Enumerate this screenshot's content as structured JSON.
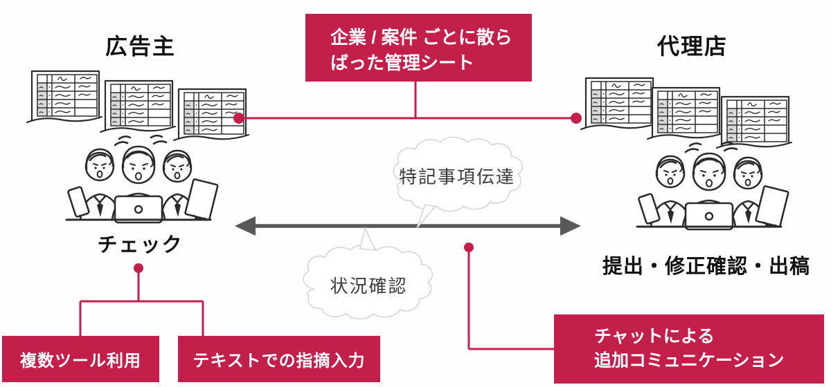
{
  "colors": {
    "accent_red": "#c2204b",
    "arrow_gray": "#58585a",
    "ink": "#1a1a1a",
    "cloud_outline": "#d9d3d3",
    "sheet_cell_gray": "#d9d9d9"
  },
  "advertiser": {
    "title": "広告主",
    "action": "チェック",
    "issues": [
      "複数ツール利用",
      "テキストでの指摘入力"
    ]
  },
  "agency": {
    "title": "代理店",
    "action": "提出・修正確認・出稿",
    "issue": {
      "line1": "チャットによる",
      "line2": "追加コミュニケーション"
    }
  },
  "top_callout": {
    "line1": "企業 / 案件 ごとに散ら",
    "line2": "ばった管理シート"
  },
  "clouds": {
    "upper": "特記事項伝達",
    "lower": "状況確認"
  },
  "icons": {
    "left_sheets": "scattered-spreadsheet-icons",
    "right_sheets": "scattered-spreadsheet-icons",
    "left_team": "worried-team-icon",
    "right_team": "worried-team-icon",
    "arrow": "double-headed-arrow"
  }
}
